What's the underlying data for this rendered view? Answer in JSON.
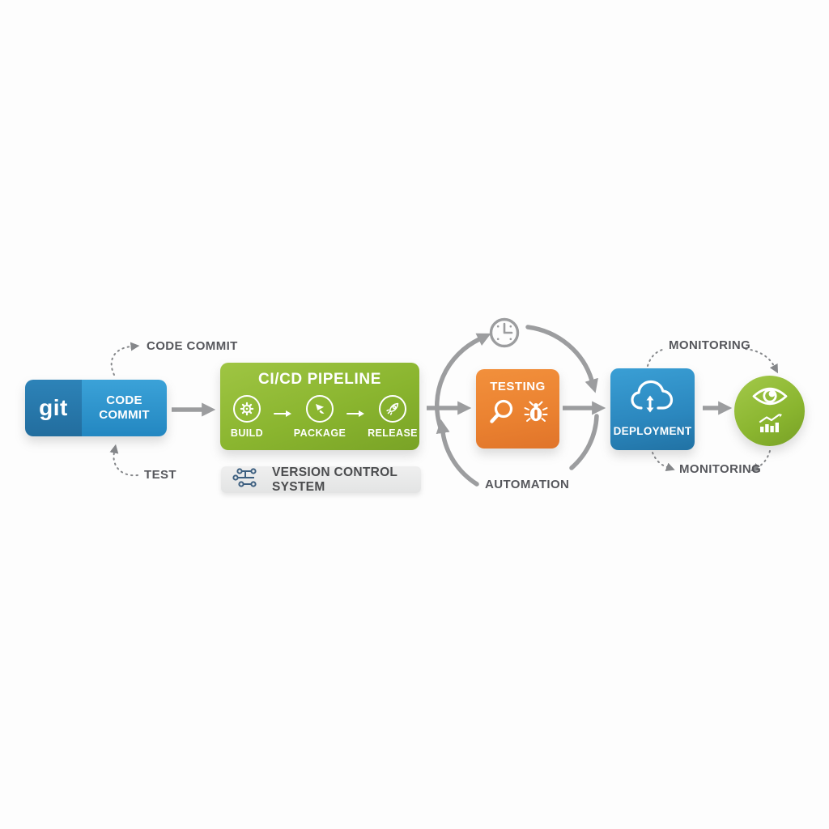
{
  "colors": {
    "blue_dark": "#2578ad",
    "blue_light": "#3ba2d8",
    "green": "#8ab52f",
    "orange": "#ea8130",
    "arrow_gray": "#9c9d9f",
    "label_gray": "#56575c",
    "vcs_background": "#e9eaea",
    "vcs_icon_blue": "#3d5f80"
  },
  "git_box": {
    "logo": "git",
    "label": "CODE COMMIT"
  },
  "labels": {
    "code_commit": "CODE COMMIT",
    "test": "TEST",
    "automation": "AUTOMATION",
    "monitoring_top": "MONITORING",
    "monitoring_bottom": "MONITORING"
  },
  "pipeline": {
    "title": "CI/CD PIPELINE",
    "stages": [
      {
        "label": "BUILD",
        "icon": "gear-icon"
      },
      {
        "label": "PACKAGE",
        "icon": "package-icon"
      },
      {
        "label": "RELEASE",
        "icon": "rocket-icon"
      }
    ]
  },
  "vcs": {
    "label": "VERSION CONTROL SYSTEM",
    "icon": "branch-icon"
  },
  "testing": {
    "title": "TESTING",
    "icons": [
      "magnifier-icon",
      "bug-icon"
    ]
  },
  "deployment": {
    "label": "DEPLOYMENT",
    "icon": "cloud-sync-icon"
  },
  "monitoring_node": {
    "icons": [
      "eye-icon",
      "bar-chart-icon"
    ]
  },
  "flow": {
    "main_sequence": [
      "CODE COMMIT",
      "CI/CD PIPELINE",
      "TESTING",
      "DEPLOYMENT",
      "MONITORING"
    ],
    "cycle_around_testing": [
      "clock-icon",
      "AUTOMATION"
    ]
  }
}
